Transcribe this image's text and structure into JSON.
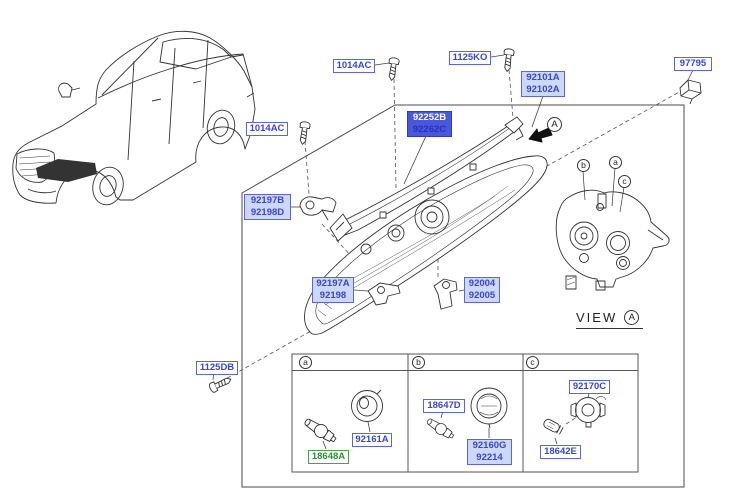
{
  "colors": {
    "label_text_blue": "#3a46d4",
    "label_border_blue": "#5a66de",
    "label_tint_bg": "#cdd7f6",
    "label_selected_bg": "#4a57d9",
    "label_selected_text": "#ffffff",
    "label_selected_subtext": "#2333bf",
    "label_green_text": "#2f8f35",
    "label_green_border": "#4aa04e",
    "line_art": "#333333"
  },
  "callouts": {
    "bolt_top": "1014AC",
    "bolt_mid": "1125KO",
    "assy_line1": "92101A",
    "assy_line2": "92102A",
    "clip": "97795",
    "strip_line1": "92252B",
    "strip_line2": "92262C",
    "bolt_left": "1014AC",
    "bracket_upper_line1": "92197B",
    "bracket_upper_line2": "92198D",
    "bracket_lower_line1": "92197A",
    "bracket_lower_line2": "92198",
    "bracket_right_line1": "92004",
    "bracket_right_line2": "92005",
    "bolt_bottom": "1125DB"
  },
  "direction_marker": {
    "letter": "A"
  },
  "view_marker": {
    "word": "VIEW",
    "letter": "A"
  },
  "rear_markers": {
    "b": "b",
    "a": "a",
    "c": "c"
  },
  "table": {
    "headers": [
      "a",
      "b",
      "c"
    ],
    "cell_a_cap": "92161A",
    "cell_a_bulb": "18648A",
    "cell_b_bulb": "18647D",
    "cell_b_cap_line1": "92160G",
    "cell_b_cap_line2": "92214",
    "cell_c_socket": "92170C",
    "cell_c_bulb": "18642E"
  }
}
